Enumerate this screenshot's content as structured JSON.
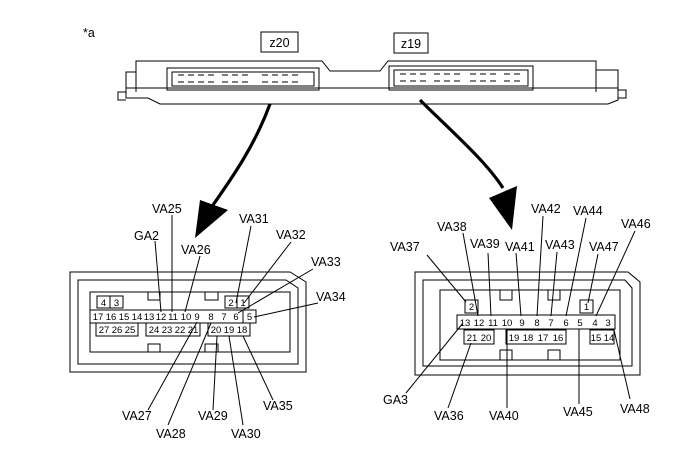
{
  "figure_note": "*a",
  "ecu": {
    "connectors": [
      "z20",
      "z19"
    ]
  },
  "connector_z20": {
    "row1": [
      "4",
      "3",
      "2",
      "1"
    ],
    "row2": [
      "17",
      "16",
      "15",
      "14",
      "13",
      "12",
      "11",
      "10",
      "9",
      "8",
      "7",
      "6",
      "5"
    ],
    "row3": [
      "27",
      "26",
      "25",
      "24",
      "23",
      "22",
      "21",
      "20",
      "19",
      "18"
    ],
    "labels": [
      "VA25",
      "GA2",
      "VA26",
      "VA31",
      "VA32",
      "VA33",
      "VA34",
      "VA27",
      "VA28",
      "VA29",
      "VA30",
      "VA35"
    ]
  },
  "connector_z19": {
    "row1": [
      "2",
      "1"
    ],
    "row2": [
      "13",
      "12",
      "11",
      "10",
      "9",
      "8",
      "7",
      "6",
      "5",
      "4",
      "3"
    ],
    "row3": [
      "21",
      "20",
      "19",
      "18",
      "17",
      "16",
      "15",
      "14"
    ],
    "labels": [
      "VA37",
      "VA38",
      "VA39",
      "VA41",
      "VA42",
      "VA43",
      "VA44",
      "VA47",
      "VA46",
      "GA3",
      "VA36",
      "VA40",
      "VA45",
      "VA48"
    ]
  }
}
